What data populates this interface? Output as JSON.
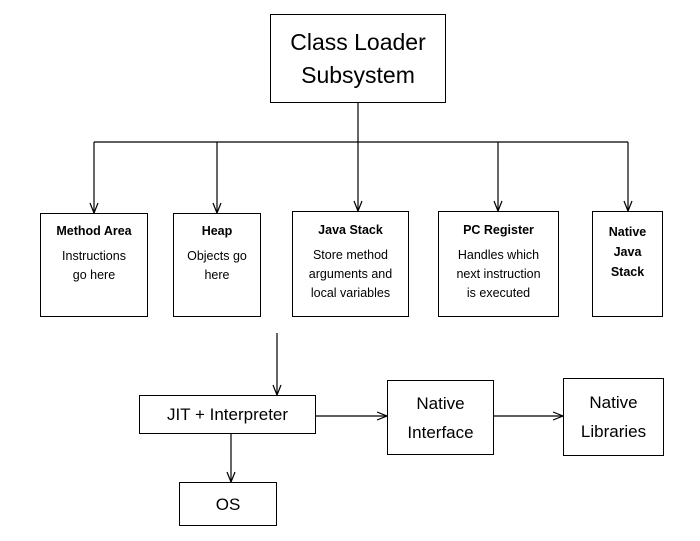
{
  "class_loader": {
    "label": "Class Loader\nSubsystem"
  },
  "method_area": {
    "title": "Method Area",
    "desc": "Instructions\ngo here"
  },
  "heap": {
    "title": "Heap",
    "desc": "Objects go\nhere"
  },
  "java_stack": {
    "title": "Java Stack",
    "desc": "Store method\narguments and\nlocal variables"
  },
  "pc_register": {
    "title": "PC Register",
    "desc": "Handles which\nnext instruction\nis executed"
  },
  "native_java_stack": {
    "title": "Native\nJava\nStack"
  },
  "jit": {
    "label": "JIT + Interpreter"
  },
  "native_interface": {
    "label": "Native\nInterface"
  },
  "native_libraries": {
    "label": "Native\nLibraries"
  },
  "os": {
    "label": "OS"
  }
}
